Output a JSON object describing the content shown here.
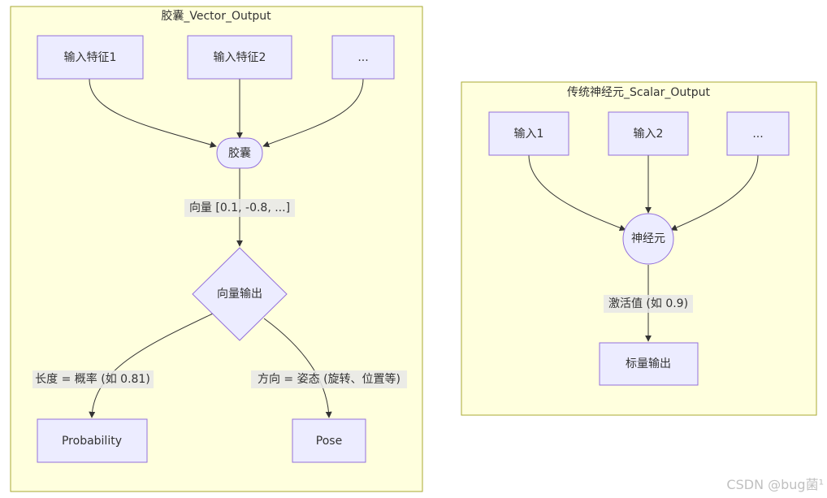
{
  "clusters": {
    "capsule": {
      "title": "胶囊_Vector_Output"
    },
    "neuron": {
      "title": "传统神经元_Scalar_Output"
    }
  },
  "nodes": {
    "feature1": "输入特征1",
    "feature2": "输入特征2",
    "feature_more": "...",
    "capsule": "胶囊",
    "vector_output": "向量输出",
    "probability": "Probability",
    "pose": "Pose",
    "input1": "输入1",
    "input2": "输入2",
    "input_more": "...",
    "neuron": "神经元",
    "scalar_output": "标量输出"
  },
  "edge_labels": {
    "capsule_to_vector": "向量 [0.1, -0.8, ...]",
    "vector_to_probability": "长度 = 概率 (如 0.81)",
    "vector_to_pose": "方向 = 姿态 (旋转、位置等)",
    "neuron_to_scalar": "激活值 (如 0.9)"
  },
  "watermark": "CSDN @bug菌¹",
  "colors": {
    "cluster_fill": "#ffffde",
    "cluster_stroke": "#aaaa33",
    "node_fill": "#ececff",
    "node_stroke": "#9370db",
    "edge": "#333333"
  }
}
